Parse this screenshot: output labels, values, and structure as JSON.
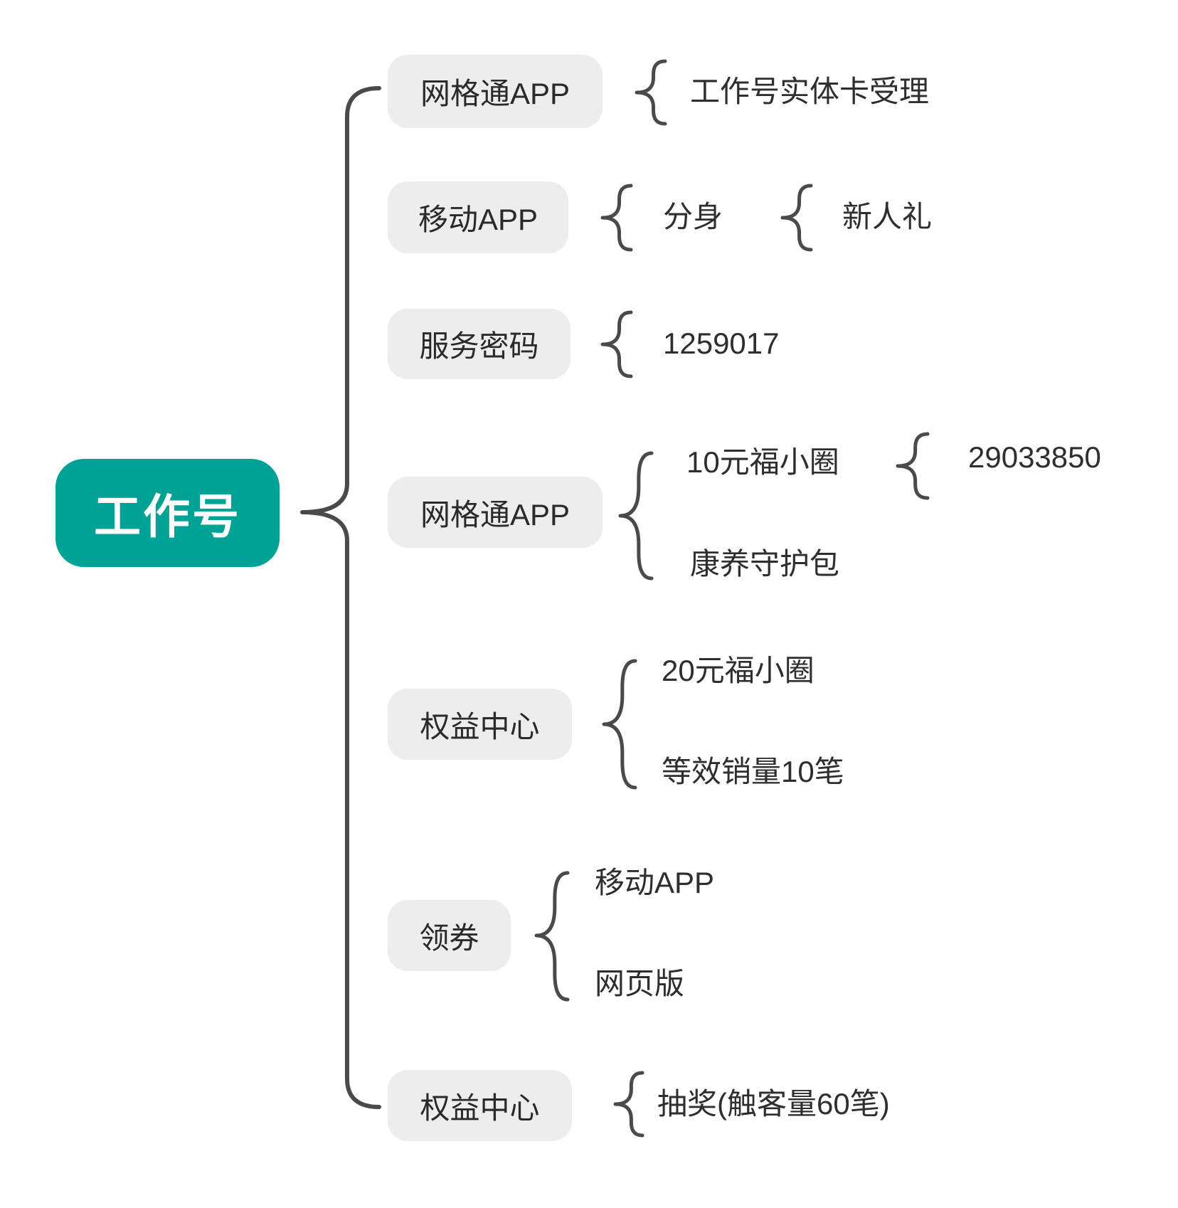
{
  "root": {
    "label": "工作号"
  },
  "colors": {
    "root_bg": "#00A296",
    "root_text": "#FFFFFF",
    "node_bg": "#EDEDED",
    "node_text": "#2A2A2A",
    "leaf_text": "#2E2E2E",
    "brace": "#4A4A4A",
    "background": "#FFFFFF"
  },
  "branches": [
    {
      "label": "网格通APP",
      "children": [
        {
          "label": "工作号实体卡受理"
        }
      ]
    },
    {
      "label": "移动APP",
      "children": [
        {
          "label": "分身",
          "children": [
            {
              "label": "新人礼"
            }
          ]
        }
      ]
    },
    {
      "label": "服务密码",
      "children": [
        {
          "label": "1259017"
        }
      ]
    },
    {
      "label": "网格通APP",
      "children": [
        {
          "label": "10元福小圈",
          "children": [
            {
              "label": "29033850"
            }
          ]
        },
        {
          "label": "康养守护包"
        }
      ]
    },
    {
      "label": "权益中心",
      "children": [
        {
          "label": "20元福小圈"
        },
        {
          "label": "等效销量10笔"
        }
      ]
    },
    {
      "label": "领券",
      "children": [
        {
          "label": "移动APP"
        },
        {
          "label": "网页版"
        }
      ]
    },
    {
      "label": "权益中心",
      "children": [
        {
          "label": "抽奖(触客量60笔)"
        }
      ]
    }
  ]
}
